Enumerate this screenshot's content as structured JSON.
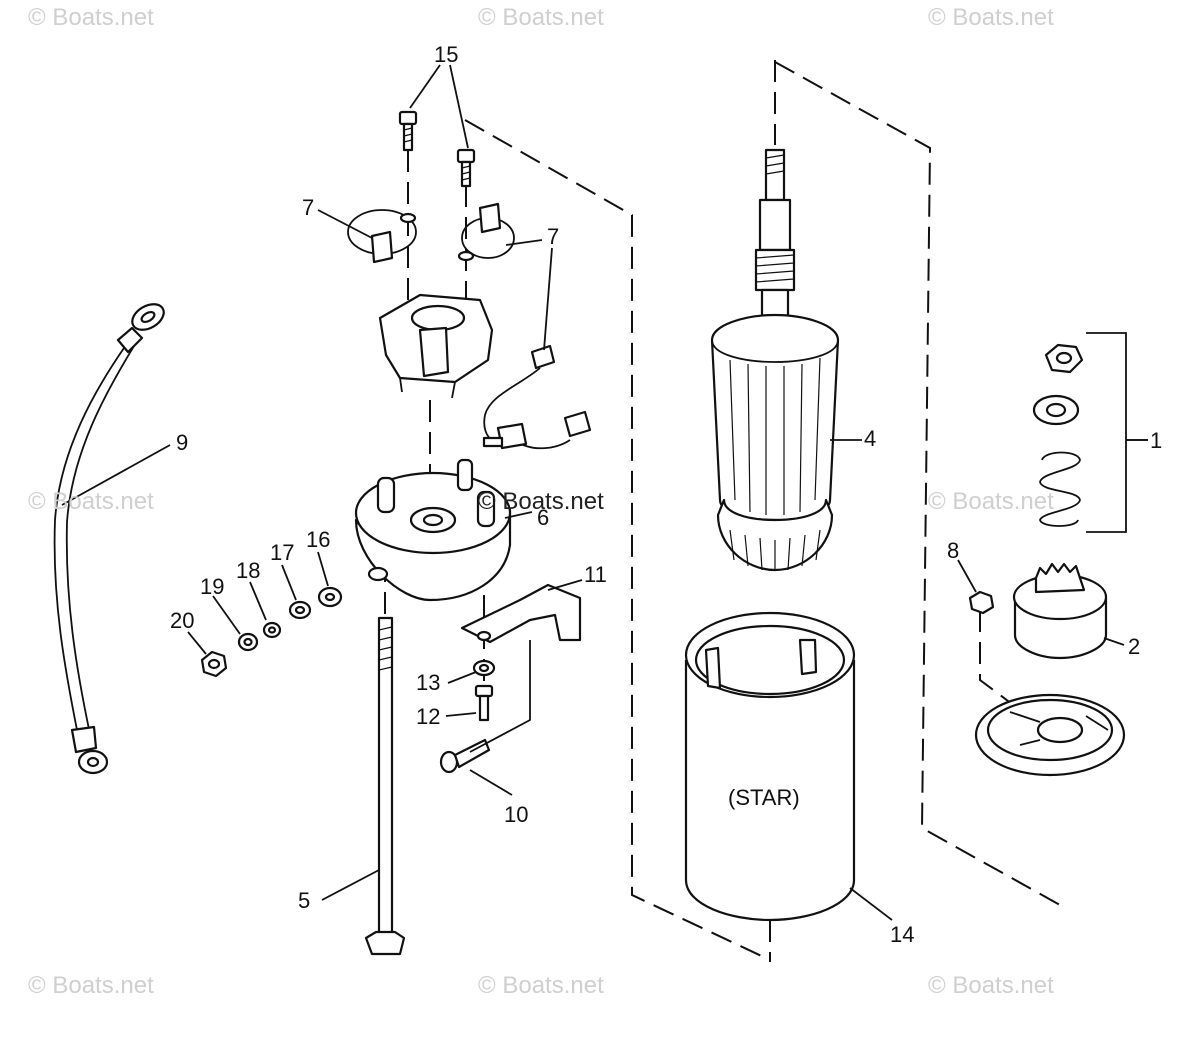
{
  "watermarks": {
    "top_left": "© Boats.net",
    "top_center": "© Boats.net",
    "top_right": "© Boats.net",
    "mid_left": "© Boats.net",
    "mid_center": "© Boats.net",
    "mid_right": "© Boats.net",
    "bottom_left": "© Boats.net",
    "bottom_center": "© Boats.net",
    "bottom_right": "© Boats.net"
  },
  "callouts": {
    "c1": "1",
    "c2": "2",
    "c4": "4",
    "c5": "5",
    "c6": "6",
    "c7a": "7",
    "c7b": "7",
    "c8": "8",
    "c9": "9",
    "c10": "10",
    "c11": "11",
    "c12": "12",
    "c13": "13",
    "c14": "14",
    "c15": "15",
    "c16": "16",
    "c17": "17",
    "c18": "18",
    "c19": "19",
    "c20": "20"
  },
  "housing_text": "(STAR)"
}
